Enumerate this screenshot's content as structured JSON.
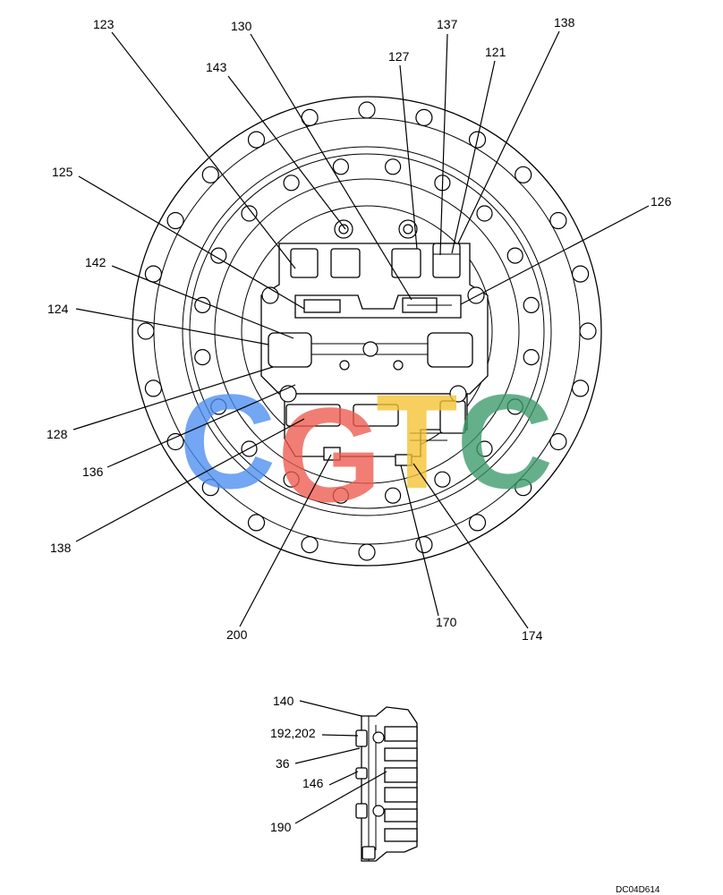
{
  "callouts": {
    "c123": "123",
    "c130": "130",
    "c137": "137",
    "c138a": "138",
    "c143": "143",
    "c127": "127",
    "c121": "121",
    "c125": "125",
    "c126": "126",
    "c142": "142",
    "c124": "124",
    "c128": "128",
    "c136": "136",
    "c138b": "138",
    "c200": "200",
    "c170": "170",
    "c174": "174",
    "d140": "140",
    "d192": "192,202",
    "d36": "36",
    "d146": "146",
    "d190": "190"
  },
  "drawing_code": "DC04D614",
  "watermark": {
    "letters": [
      "C",
      "G",
      "T",
      "C"
    ],
    "colors": [
      "#4d8ef0",
      "#ee5a4f",
      "#f4c232",
      "#3a9a6a"
    ]
  }
}
